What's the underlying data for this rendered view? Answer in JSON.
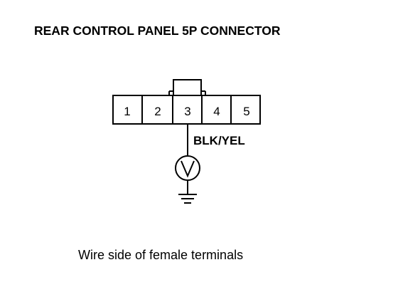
{
  "title": "REAR CONTROL PANEL 5P CONNECTOR",
  "connector": {
    "pins": [
      "1",
      "2",
      "3",
      "4",
      "5"
    ],
    "probe_pin": "3"
  },
  "wire_color": "BLK/YEL",
  "meter_icon": "voltmeter-icon",
  "ground_icon": "ground-symbol-icon",
  "caption": "Wire side of female terminals"
}
